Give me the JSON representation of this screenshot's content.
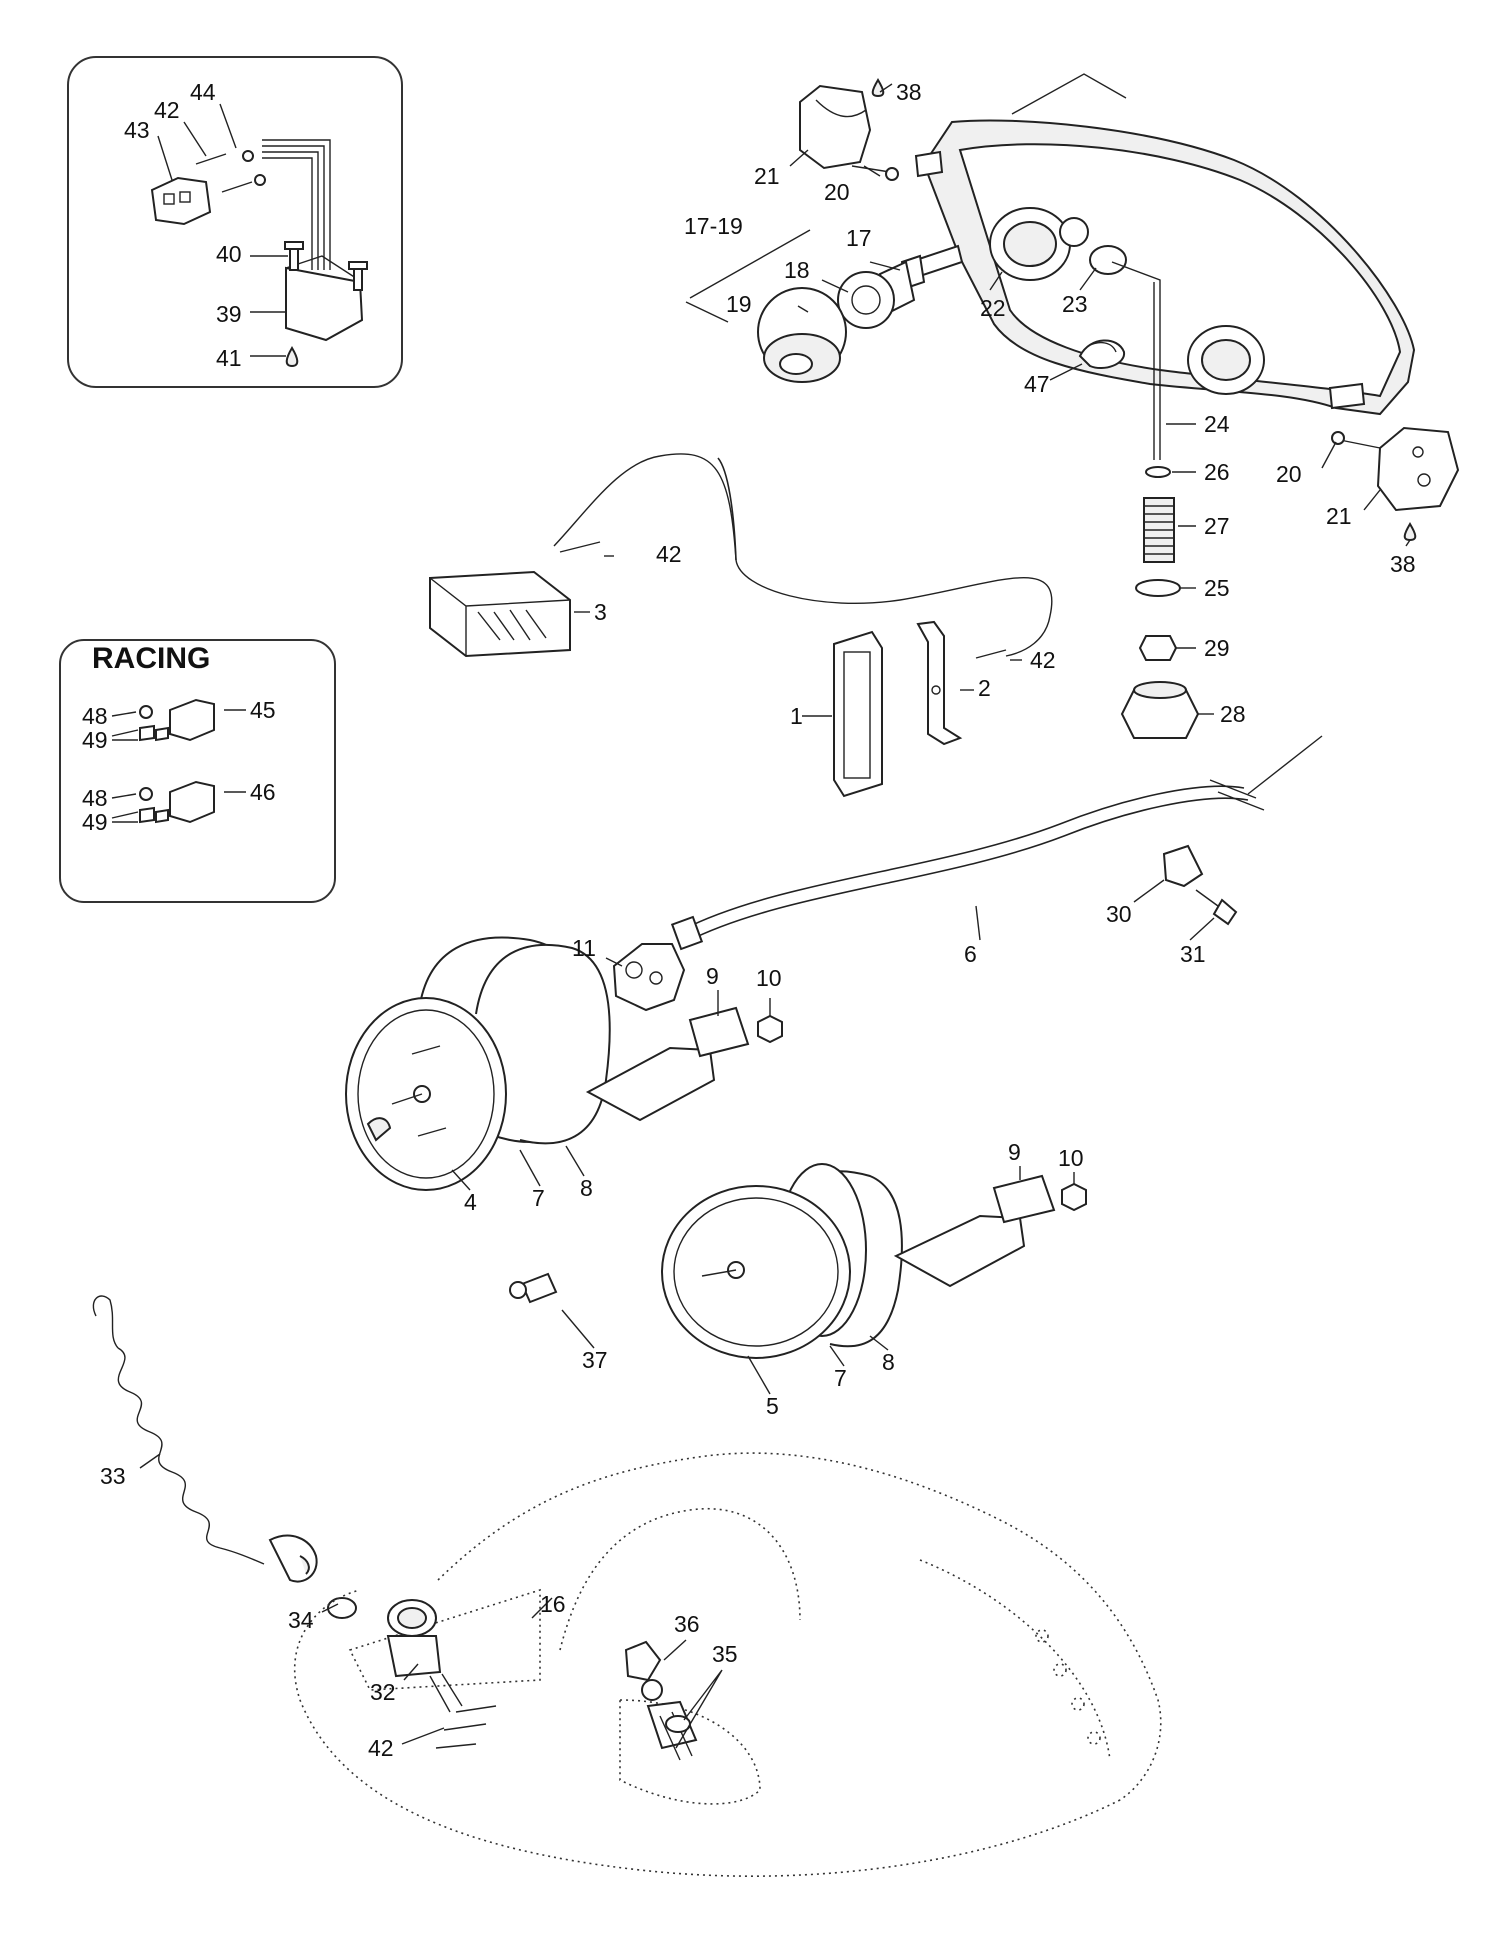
{
  "inset_title": "RACING",
  "labels": [
    {
      "id": "1",
      "text": "1"
    },
    {
      "id": "2",
      "text": "2"
    },
    {
      "id": "3",
      "text": "3"
    },
    {
      "id": "4",
      "text": "4"
    },
    {
      "id": "5",
      "text": "5"
    },
    {
      "id": "6",
      "text": "6"
    },
    {
      "id": "7a",
      "text": "7"
    },
    {
      "id": "7b",
      "text": "7"
    },
    {
      "id": "8a",
      "text": "8"
    },
    {
      "id": "8b",
      "text": "8"
    },
    {
      "id": "9a",
      "text": "9"
    },
    {
      "id": "9b",
      "text": "9"
    },
    {
      "id": "10a",
      "text": "10"
    },
    {
      "id": "10b",
      "text": "10"
    },
    {
      "id": "11",
      "text": "11"
    },
    {
      "id": "16",
      "text": "16"
    },
    {
      "id": "17",
      "text": "17"
    },
    {
      "id": "17-19",
      "text": "17-19"
    },
    {
      "id": "18",
      "text": "18"
    },
    {
      "id": "19",
      "text": "19"
    },
    {
      "id": "20a",
      "text": "20"
    },
    {
      "id": "20b",
      "text": "20"
    },
    {
      "id": "21a",
      "text": "21"
    },
    {
      "id": "21b",
      "text": "21"
    },
    {
      "id": "22",
      "text": "22"
    },
    {
      "id": "23",
      "text": "23"
    },
    {
      "id": "24",
      "text": "24"
    },
    {
      "id": "25",
      "text": "25"
    },
    {
      "id": "26",
      "text": "26"
    },
    {
      "id": "27",
      "text": "27"
    },
    {
      "id": "28",
      "text": "28"
    },
    {
      "id": "29",
      "text": "29"
    },
    {
      "id": "30",
      "text": "30"
    },
    {
      "id": "31",
      "text": "31"
    },
    {
      "id": "32",
      "text": "32"
    },
    {
      "id": "33",
      "text": "33"
    },
    {
      "id": "34",
      "text": "34"
    },
    {
      "id": "35",
      "text": "35"
    },
    {
      "id": "36",
      "text": "36"
    },
    {
      "id": "37",
      "text": "37"
    },
    {
      "id": "38a",
      "text": "38"
    },
    {
      "id": "38b",
      "text": "38"
    },
    {
      "id": "39",
      "text": "39"
    },
    {
      "id": "40",
      "text": "40"
    },
    {
      "id": "41",
      "text": "41"
    },
    {
      "id": "42a",
      "text": "42"
    },
    {
      "id": "42b",
      "text": "42"
    },
    {
      "id": "42c",
      "text": "42"
    },
    {
      "id": "42d",
      "text": "42"
    },
    {
      "id": "43",
      "text": "43"
    },
    {
      "id": "44",
      "text": "44"
    },
    {
      "id": "45",
      "text": "45"
    },
    {
      "id": "46",
      "text": "46"
    },
    {
      "id": "47",
      "text": "47"
    },
    {
      "id": "48a",
      "text": "48"
    },
    {
      "id": "48b",
      "text": "48"
    },
    {
      "id": "49a",
      "text": "49"
    },
    {
      "id": "49b",
      "text": "49"
    }
  ]
}
